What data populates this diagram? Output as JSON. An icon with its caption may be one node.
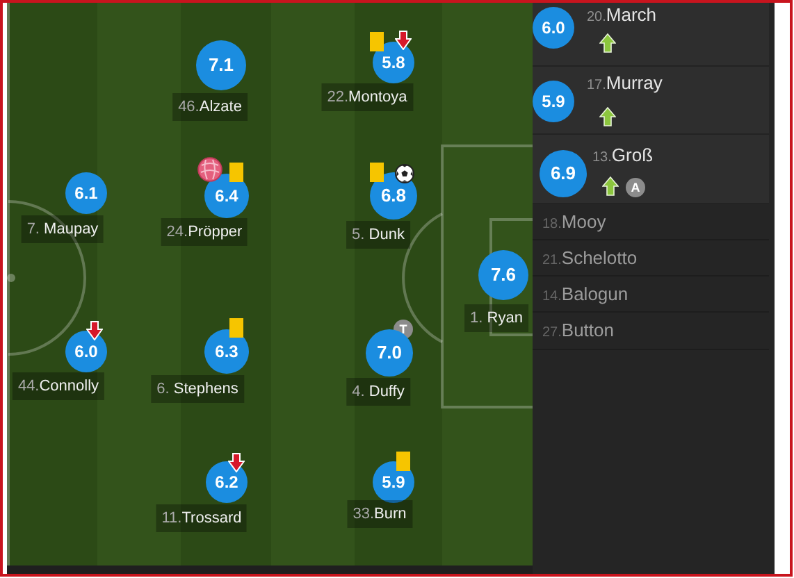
{
  "diagram": {
    "nodes": [
      {
        "text": [
          "7.1",
          "46.Alzate"
        ]
      },
      {
        "text": [
          "5.8",
          "22.Montoya"
        ]
      },
      {
        "text": [
          "6.1",
          "7. Maupay"
        ]
      },
      {
        "text": [
          "6.4",
          "24.Pröpper"
        ]
      },
      {
        "text": [
          "6.8",
          "5. Dunk"
        ]
      },
      {
        "text": [
          "7.6",
          "1. Ryan"
        ]
      },
      {
        "text": [
          "6.0",
          "44.Connolly"
        ]
      },
      {
        "text": [
          "6.3",
          "6. Stephens"
        ]
      },
      {
        "text": [
          "T",
          "7.0",
          "4. Duffy"
        ]
      },
      {
        "text": [
          "6.2",
          "11.Trossard"
        ]
      },
      {
        "text": [
          "5.9",
          "33.Burn"
        ]
      },
      {
        "text": [
          "6.0",
          "20.March"
        ]
      },
      {
        "text": [
          "5.9",
          "17.Murray"
        ]
      },
      {
        "text": [
          "6.9",
          "13.Groß",
          "A"
        ]
      },
      {
        "text": [
          "18.Mooy"
        ]
      },
      {
        "text": [
          "21.Schelotto"
        ]
      },
      {
        "text": [
          "14.Balogun"
        ]
      },
      {
        "text": [
          "27.Button"
        ]
      }
    ]
  }
}
